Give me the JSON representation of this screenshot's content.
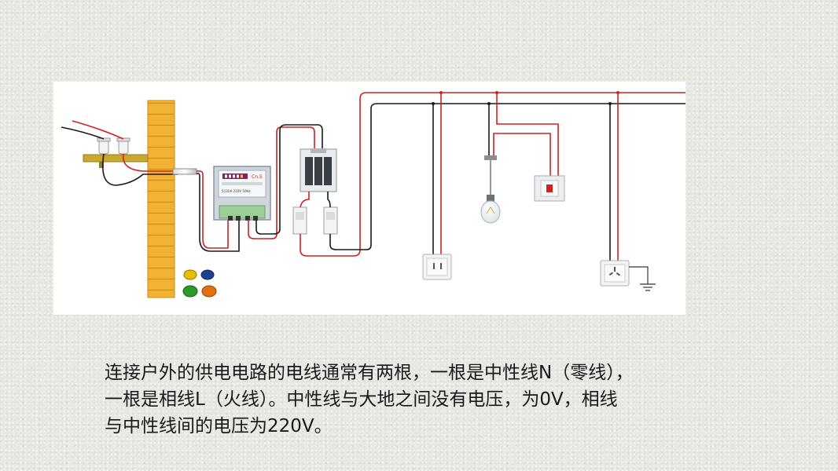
{
  "caption": {
    "lines": [
      "连接户外的供电电路的电线通常有两根，一根是中性线N（零线），",
      "一根是相线L（火线）。中性线与大地之间没有电压，为0V，相线",
      "与中性线间的电压为220V。"
    ]
  },
  "meter": {
    "brand_text": "Cn.S",
    "spec_text": "5(10)A  220V  50Hz"
  },
  "colors": {
    "live_wire": "#d42020",
    "neutral_wire": "#1a1a1a",
    "brick": "#f2b233",
    "mortar": "#c98a18",
    "caps": [
      "#e6c000",
      "#1f3f8f",
      "#2a9a2a",
      "#e07010"
    ]
  }
}
